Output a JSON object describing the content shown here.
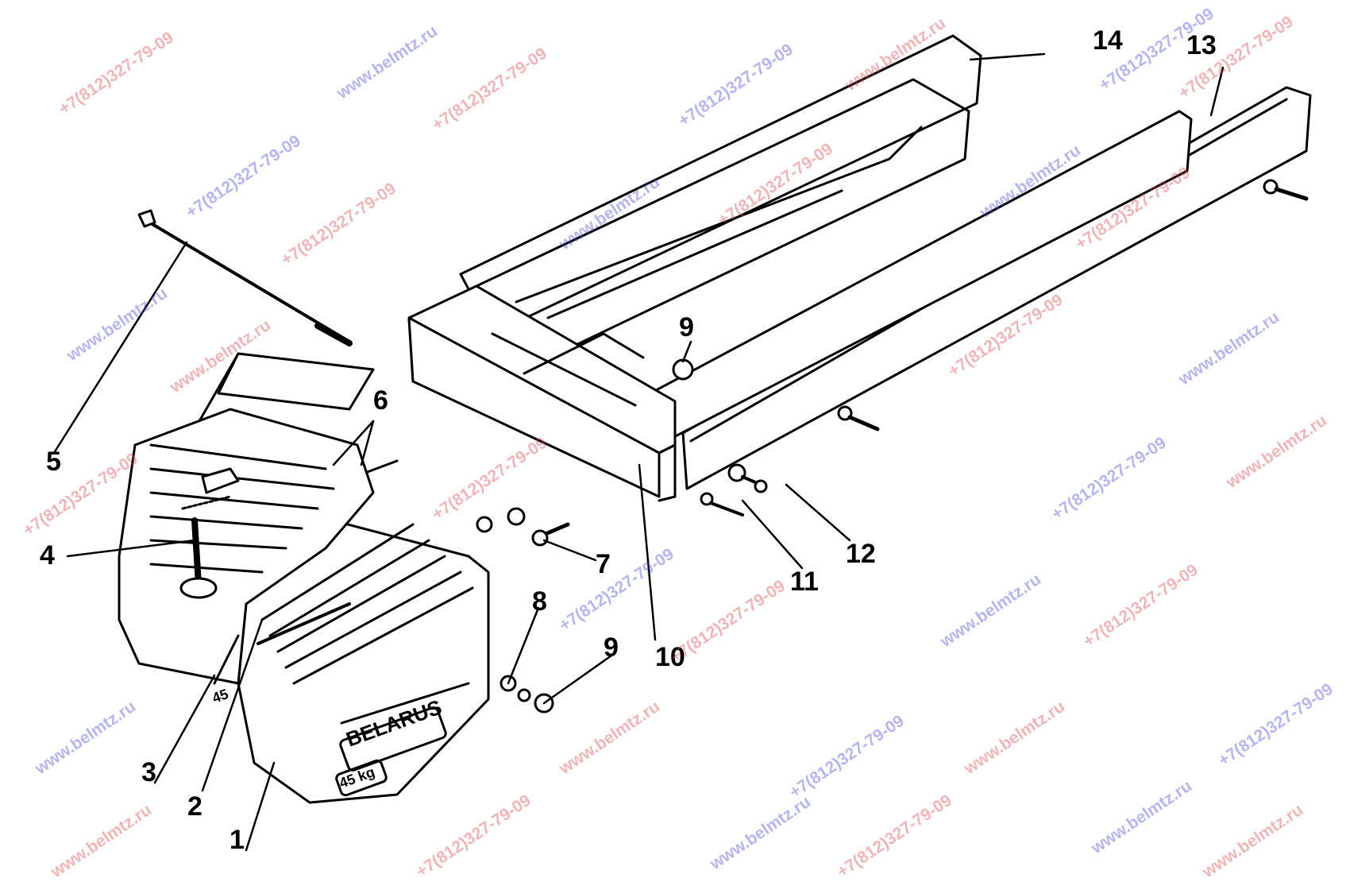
{
  "labels": {
    "l1": "1",
    "l2": "2",
    "l3": "3",
    "l4": "4",
    "l5": "5",
    "l6": "6",
    "l7": "7",
    "l8": "8",
    "l9a": "9",
    "l9b": "9",
    "l10": "10",
    "l11": "11",
    "l12": "12",
    "l13": "13",
    "l14": "14"
  },
  "weight_marking": {
    "brand": "BELARUS",
    "mass_front": "45",
    "mass_back": "45 kg"
  },
  "watermarks": {
    "site": "www.belmtz.ru",
    "phone": "+7(812)327-79-09"
  },
  "colors": {
    "ink": "#000000",
    "paper": "#ffffff",
    "watermark_red": "#e05050",
    "watermark_blue": "#5050e0"
  }
}
